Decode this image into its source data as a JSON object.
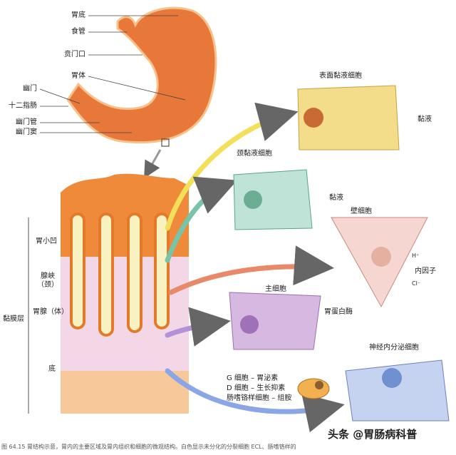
{
  "stomach_labels": [
    "胃底",
    "食管",
    "贲门口",
    "胃体",
    "幽门",
    "十二指肠",
    "幽门管",
    "幽门窦"
  ],
  "tissue_labels": {
    "mucosa": "黏膜层",
    "pit": "胃小凹",
    "isthmus": "腺峡\n（颈）",
    "body": "胃腺（体）",
    "base": "底"
  },
  "cells": {
    "surface_mucous": "表面黏液细胞",
    "mucus1": "黏液",
    "neck_mucous": "颈黏液细胞",
    "mucus2": "黏液",
    "parietal": "壁细胞",
    "h": "H⁺",
    "intrinsic": "内因子",
    "cl": "Cl⁻",
    "chief": "主细胞",
    "pepsin": "胃蛋白酶",
    "neuroendocrine": "神经内分泌细胞"
  },
  "legend": [
    "G 细胞 – 胃泌素",
    "D 细胞 – 生长抑素",
    "肠嗜铬样细胞 – 组胺"
  ],
  "caption": "图 64.15  胃结构示意，胃内的主要区域及胃内组织和细胞的微观结构。白色显示未分化的分裂细胞 ECL、肠嗜铬样的",
  "watermark": "头条 @胃肠病科普",
  "colors": {
    "stomach": "#e8783a",
    "surface": "#f3dc8a",
    "neck": "#bfe3d6",
    "parietal": "#f6d6d0",
    "chief": "#d6b8e0",
    "neuro": "#c5d2f0"
  }
}
